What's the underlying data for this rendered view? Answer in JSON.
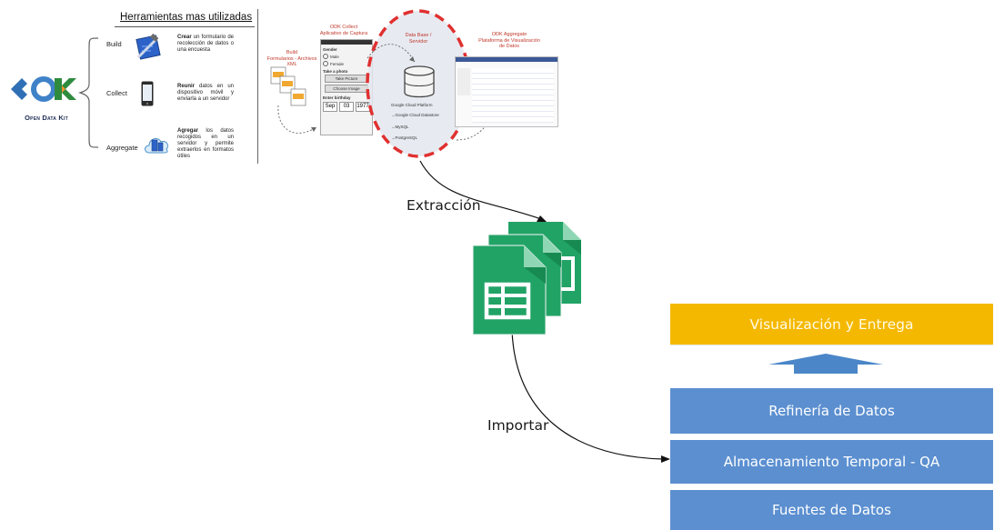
{
  "colors": {
    "ring_red": "#e03030",
    "sheet_green": "#21a366",
    "bar_blue": "#5b8fd0",
    "bar_gold": "#f5b800",
    "arrow_blue": "#4a86c8"
  },
  "logo": {
    "caption": "Open Data Kit"
  },
  "tools": {
    "title": "Herramientas  mas utilizadas",
    "items": [
      {
        "name": "Build",
        "verb": "Crear",
        "rest": " un formulario de recolección de datos o una encuesta",
        "icon": "build-tools-icon"
      },
      {
        "name": "Collect",
        "verb": "Reunir",
        "rest": " datos en un dispositivo móvil y enviarla a un servidor",
        "icon": "smartphone-icon"
      },
      {
        "name": "Aggregate",
        "verb": "Agregar",
        "rest": " los datos recogidos en un servidor y permite extraerlos en formatos útiles",
        "icon": "cloud-server-icon"
      }
    ]
  },
  "workflow": {
    "build_title": "Build\nFormularios - Archivos XML",
    "collect_title": "ODK Collect\nAplicativo de Captura",
    "server_title": "Data Base /\nServidor",
    "aggregate_title": "ODK Aggregate\nPlataforma de Visualización\nde Datos",
    "phone": {
      "gender": "Gender",
      "male": "Male",
      "female": "Female",
      "take_photo": "Take a photo",
      "take_picture": "Take Picture",
      "choose_image": "Choose Image",
      "birthday": "Enter birthday",
      "month": "Sep",
      "day": "03",
      "year": "1977"
    },
    "server": {
      "platform": "Google Cloud Platform",
      "datastore": "→Google Cloud Datastore",
      "mysql": "→MySQL",
      "postgres": "→PostgreSQL"
    }
  },
  "flow": {
    "extract_label": "Extracción",
    "import_label": "Importar"
  },
  "stack": {
    "top": "Visualización y Entrega",
    "layers": [
      "Refinería de Datos",
      "Almacenamiento Temporal - QA",
      "Fuentes de Datos"
    ]
  }
}
